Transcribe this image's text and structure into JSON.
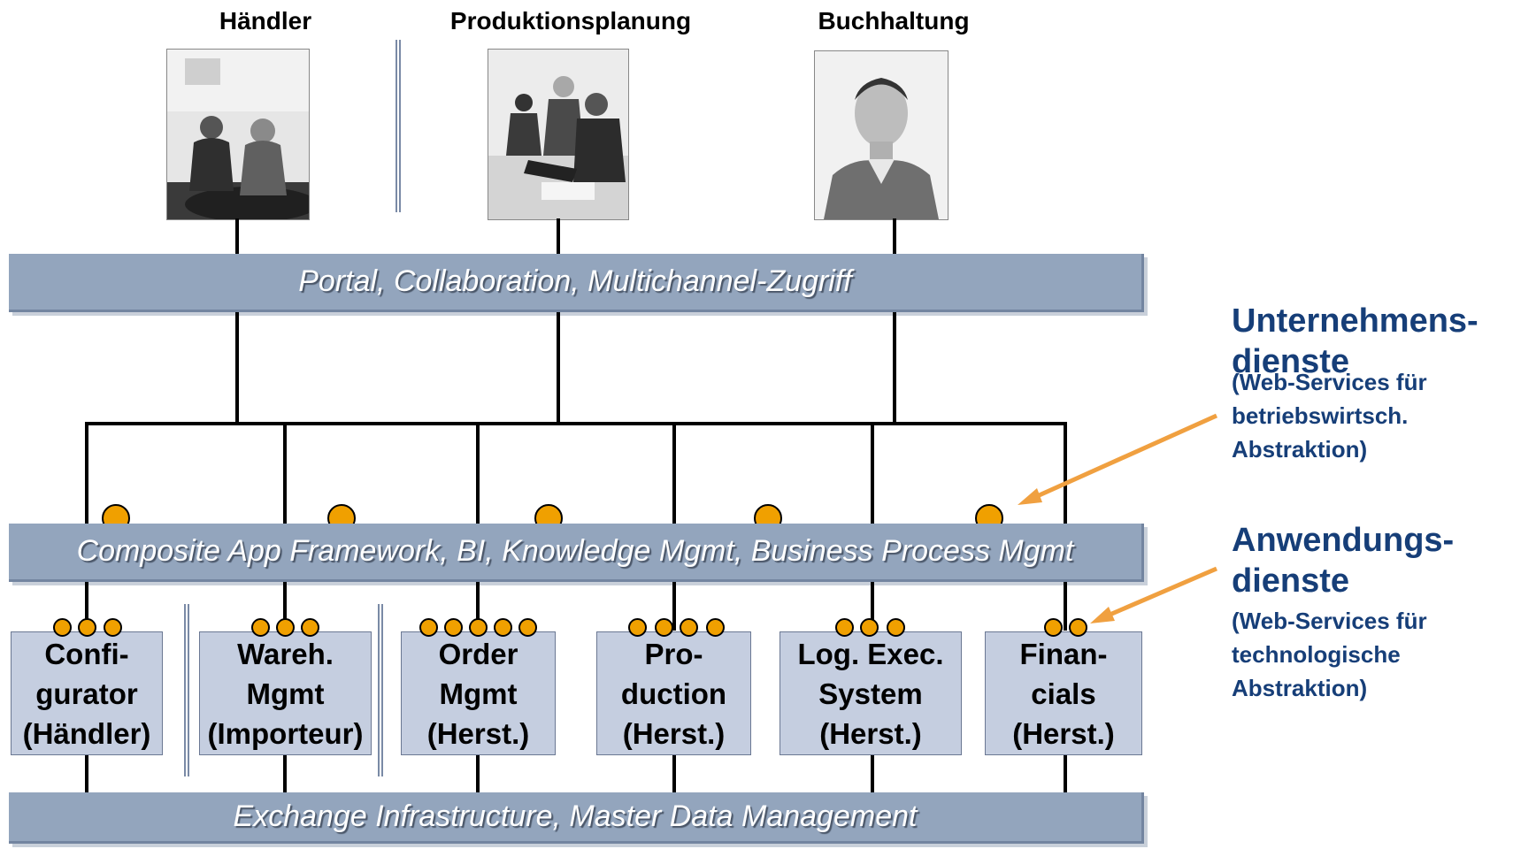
{
  "roles": [
    "Händler",
    "Produktionsplanung",
    "Buchhaltung"
  ],
  "bars": {
    "portal": "Portal, Collaboration, Multichannel-Zugriff",
    "composite": "Composite App Framework, BI, Knowledge Mgmt, Business Process Mgmt",
    "exchange": "Exchange Infrastructure, Master Data Management"
  },
  "apps": [
    {
      "line1": "Confi-",
      "line2": "gurator",
      "line3": "(Händler)",
      "dots": 3
    },
    {
      "line1": "Wareh.",
      "line2": "Mgmt",
      "line3": "(Importeur)",
      "dots": 3
    },
    {
      "line1": "Order",
      "line2": "Mgmt",
      "line3": "(Herst.)",
      "dots": 5
    },
    {
      "line1": "Pro-",
      "line2": "duction",
      "line3": "(Herst.)",
      "dots": 4
    },
    {
      "line1": "Log. Exec.",
      "line2": "System",
      "line3": "(Herst.)",
      "dots": 3
    },
    {
      "line1": "Finan-",
      "line2": "cials",
      "line3": "(Herst.)",
      "dots": 2
    }
  ],
  "side": {
    "enterprise_title_1": "Unternehmens-",
    "enterprise_title_2": "dienste",
    "enterprise_sub_1": "(Web-Services für",
    "enterprise_sub_2": "betriebswirtsch.",
    "enterprise_sub_3": "Abstraktion)",
    "app_title_1": "Anwendungs-",
    "app_title_2": "dienste",
    "app_sub_1": "(Web-Services für",
    "app_sub_2": "technologische",
    "app_sub_3": "Abstraktion)"
  },
  "colors": {
    "bar": "#93a5bd",
    "app_box": "#c5cee0",
    "service_dot": "#f0a000",
    "arrow": "#f0a040",
    "side_text": "#163e78"
  },
  "icons": [
    "photo-two-women",
    "photo-team-at-laptop",
    "photo-man-portrait"
  ]
}
